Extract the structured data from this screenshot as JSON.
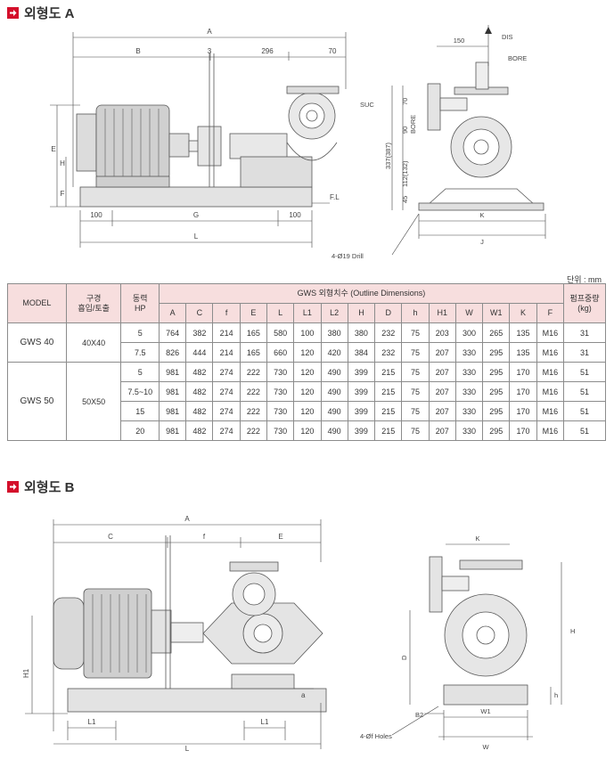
{
  "section_a": {
    "title": "외형도 A"
  },
  "section_b": {
    "title": "외형도 B"
  },
  "drawing_a": {
    "labels": [
      "A",
      "B",
      "3",
      "296",
      "70",
      "150",
      "DIS",
      "BORE",
      "SUC",
      "E",
      "H",
      "F",
      "F.L",
      "100",
      "G",
      "100",
      "L",
      "70",
      "90",
      "BORE",
      "45",
      "112(132)",
      "337(387)",
      "K",
      "J",
      "4-Ø19 Drill"
    ]
  },
  "drawing_b": {
    "labels": [
      "A",
      "C",
      "f",
      "E",
      "H1",
      "L1",
      "L1",
      "L",
      "a",
      "K",
      "D",
      "H",
      "h",
      "B2",
      "W1",
      "4-Øf Holes",
      "W"
    ]
  },
  "unit": "단위 : mm",
  "table": {
    "h_model": "MODEL",
    "h_bore_1": "구경",
    "h_bore_2": "흡입/토출",
    "h_hp_1": "동력",
    "h_hp_2": "HP",
    "h_dims": "GWS 외형치수 (Outline Dimensions)",
    "h_weight_1": "펌프중량",
    "h_weight_2": "(kg)",
    "dim_cols": [
      "A",
      "C",
      "f",
      "E",
      "L",
      "L1",
      "L2",
      "H",
      "D",
      "h",
      "H1",
      "W",
      "W1",
      "K",
      "F"
    ],
    "rows": [
      {
        "model": "GWS 40",
        "bore": "40X40",
        "hp": "5",
        "dims": [
          "764",
          "382",
          "214",
          "165",
          "580",
          "100",
          "380",
          "380",
          "232",
          "75",
          "203",
          "300",
          "265",
          "135",
          "M16"
        ],
        "weight": "31"
      },
      {
        "model": "",
        "bore": "",
        "hp": "7.5",
        "dims": [
          "826",
          "444",
          "214",
          "165",
          "660",
          "120",
          "420",
          "384",
          "232",
          "75",
          "207",
          "330",
          "295",
          "135",
          "M16"
        ],
        "weight": "31"
      },
      {
        "model": "GWS 50",
        "bore": "50X50",
        "hp": "5",
        "dims": [
          "981",
          "482",
          "274",
          "222",
          "730",
          "120",
          "490",
          "399",
          "215",
          "75",
          "207",
          "330",
          "295",
          "170",
          "M16"
        ],
        "weight": "51"
      },
      {
        "model": "",
        "bore": "",
        "hp": "7.5~10",
        "dims": [
          "981",
          "482",
          "274",
          "222",
          "730",
          "120",
          "490",
          "399",
          "215",
          "75",
          "207",
          "330",
          "295",
          "170",
          "M16"
        ],
        "weight": "51"
      },
      {
        "model": "",
        "bore": "",
        "hp": "15",
        "dims": [
          "981",
          "482",
          "274",
          "222",
          "730",
          "120",
          "490",
          "399",
          "215",
          "75",
          "207",
          "330",
          "295",
          "170",
          "M16"
        ],
        "weight": "51"
      },
      {
        "model": "",
        "bore": "",
        "hp": "20",
        "dims": [
          "981",
          "482",
          "274",
          "222",
          "730",
          "120",
          "490",
          "399",
          "215",
          "75",
          "207",
          "330",
          "295",
          "170",
          "M16"
        ],
        "weight": "51"
      }
    ]
  }
}
